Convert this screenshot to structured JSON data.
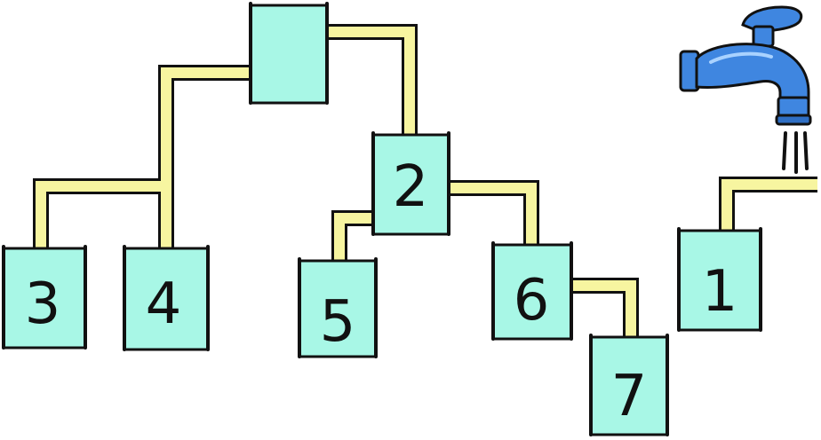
{
  "tanks": [
    {
      "id": "top",
      "label": ""
    },
    {
      "id": "t2",
      "label": "2"
    },
    {
      "id": "t3",
      "label": "3"
    },
    {
      "id": "t4",
      "label": "4"
    },
    {
      "id": "t5",
      "label": "5"
    },
    {
      "id": "t6",
      "label": "6"
    },
    {
      "id": "t7",
      "label": "7"
    },
    {
      "id": "t1",
      "label": "1"
    }
  ],
  "colors": {
    "tank": "#a8f7e6",
    "pipe": "#f7f5a0",
    "faucet": "#3f86e0",
    "outline": "#111111"
  },
  "icons": {
    "faucet": "faucet-icon"
  }
}
